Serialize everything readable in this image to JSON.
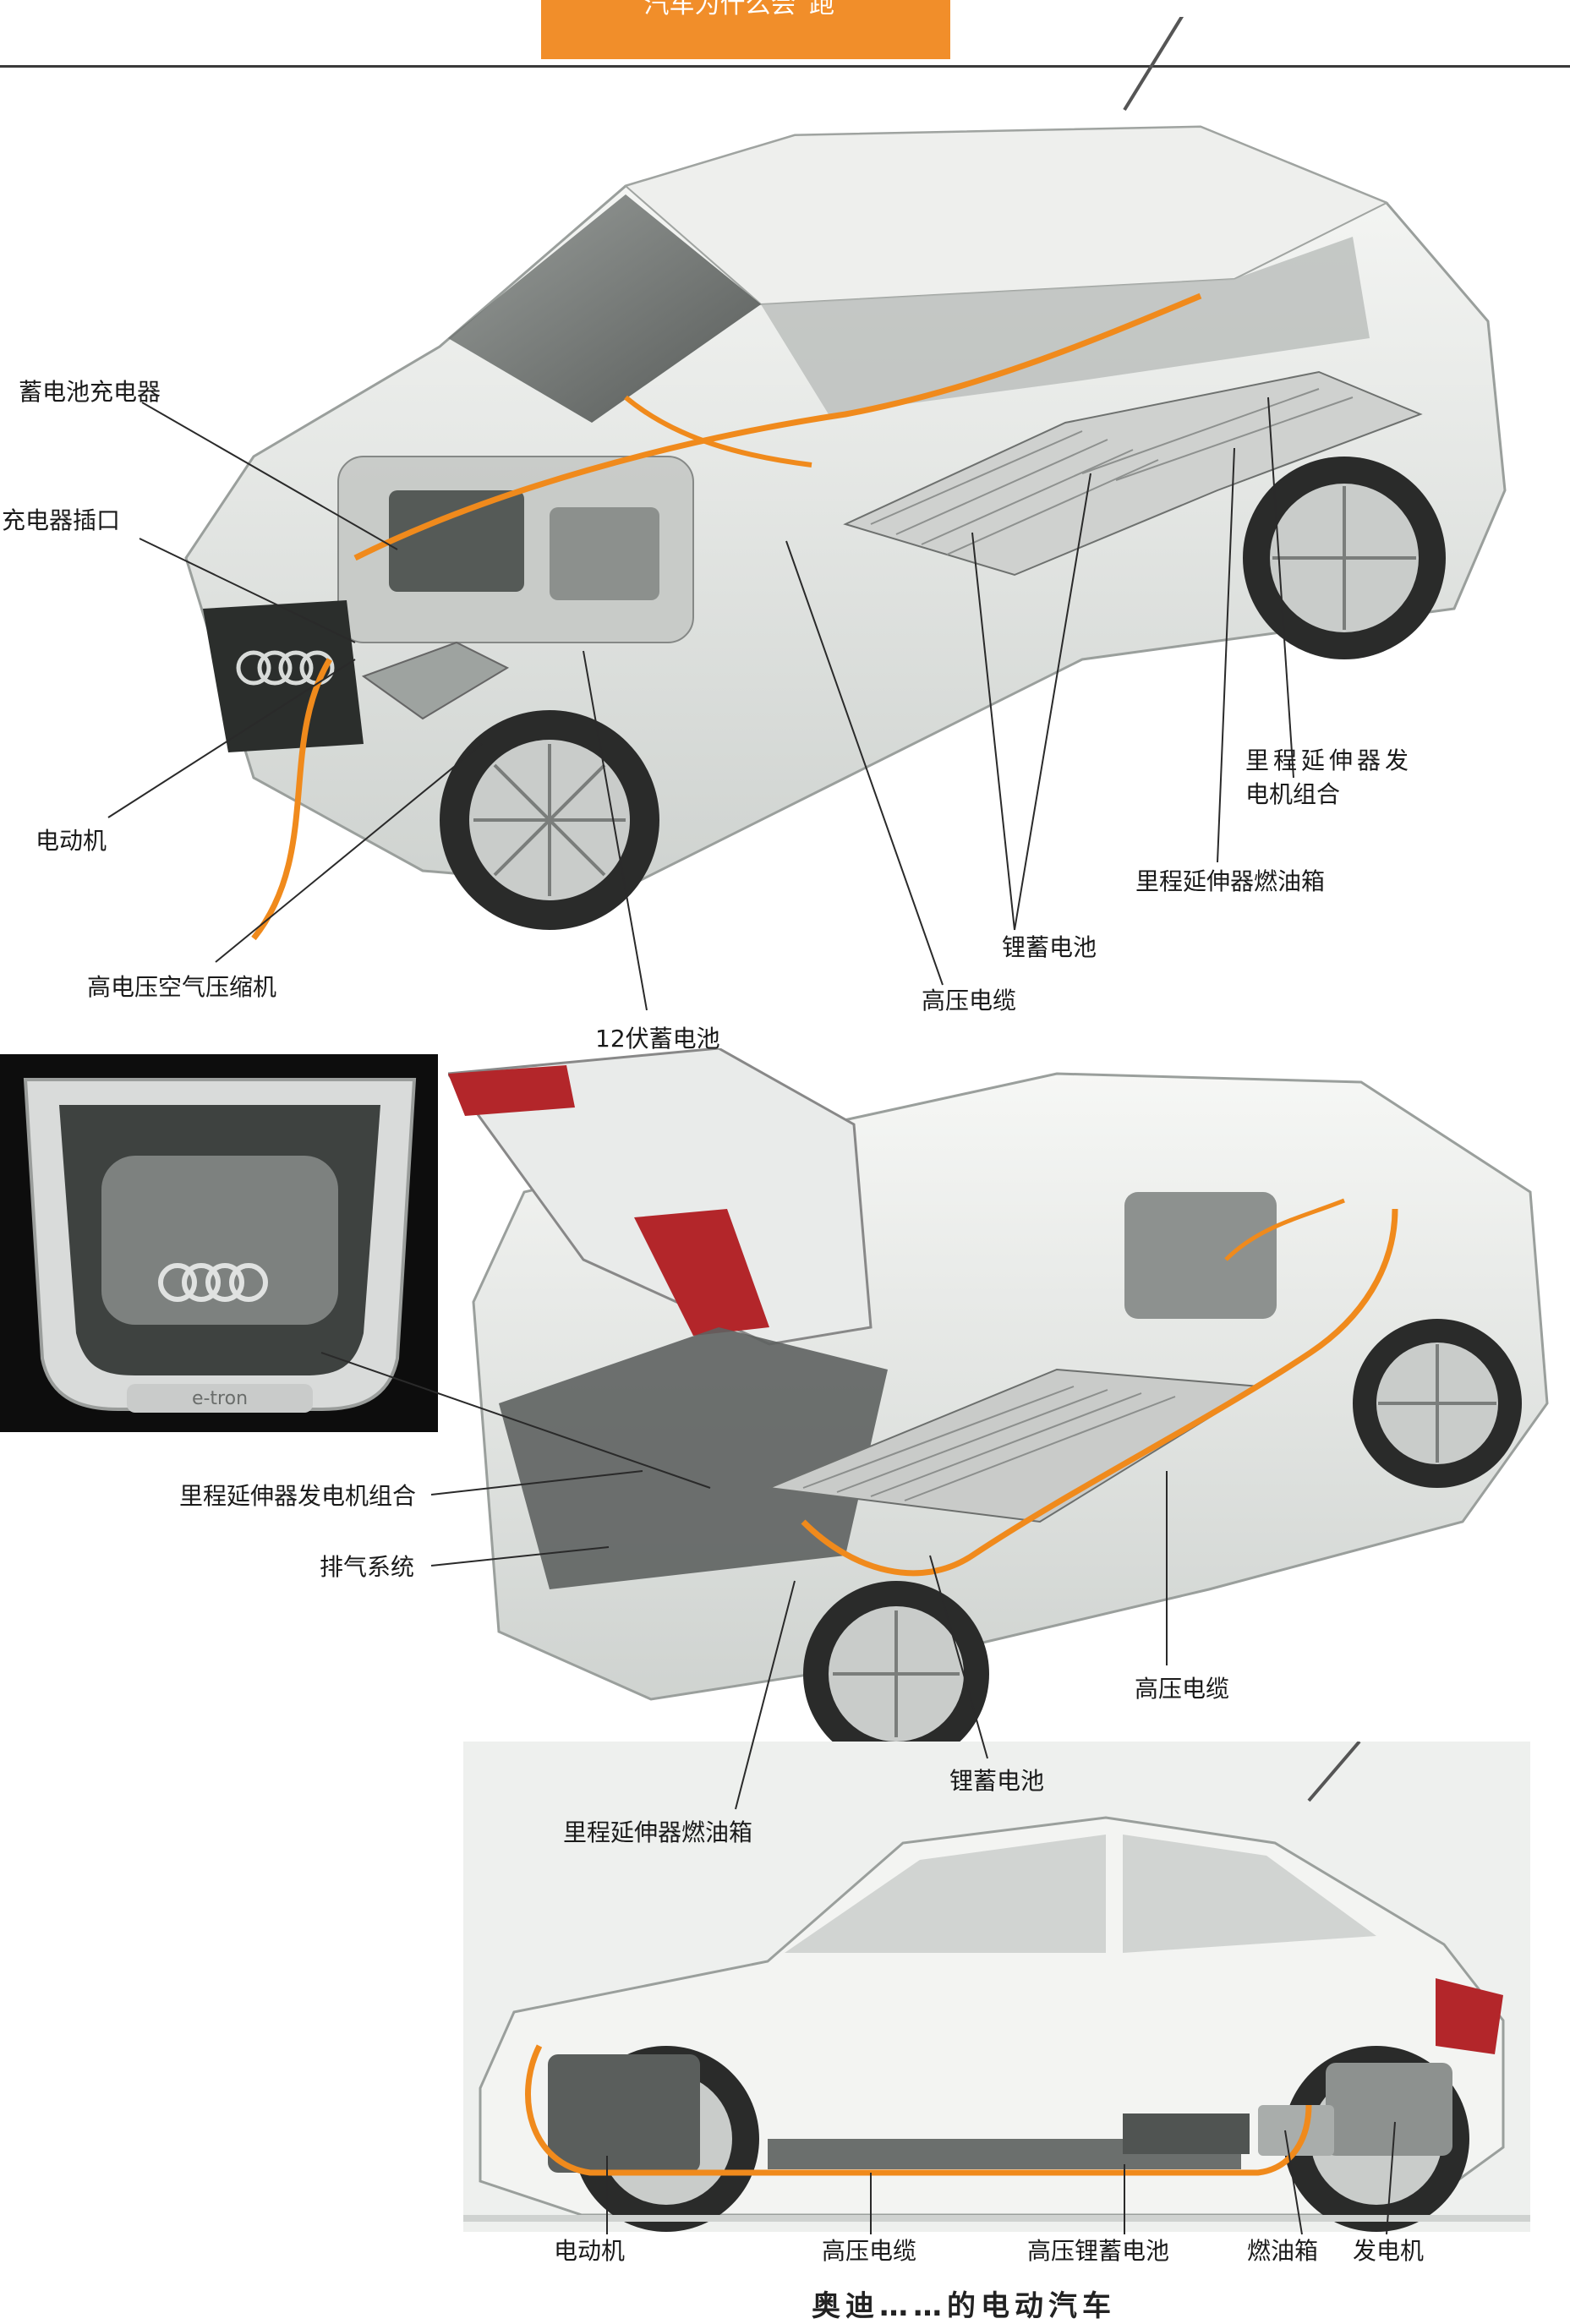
{
  "header": {
    "tab_text": "汽车为什么会“跑”"
  },
  "labels_top": [
    "蓄电池充电器",
    "充电器插口",
    "电动机",
    "高电压空气压缩机",
    "12伏蓄电池",
    "高压电缆",
    "锂蓄电池",
    "里程延伸器燃油箱",
    "里程延伸器发",
    "电机组合"
  ],
  "labels_middle": [
    "里程延伸器发电机组合",
    "排气系统",
    "高压电缆",
    "锂蓄电池",
    "里程延伸器燃油箱"
  ],
  "labels_bottom": [
    "电动机",
    "高压电缆",
    "高压锂蓄电池",
    "燃油箱",
    "发电机"
  ],
  "inset_badge": "e-tron",
  "footer_partial": "奥迪……的电动汽车",
  "colors": {
    "accent": "#f18e2a",
    "cable": "#f08a1c",
    "rule": "#3a3a3a"
  }
}
